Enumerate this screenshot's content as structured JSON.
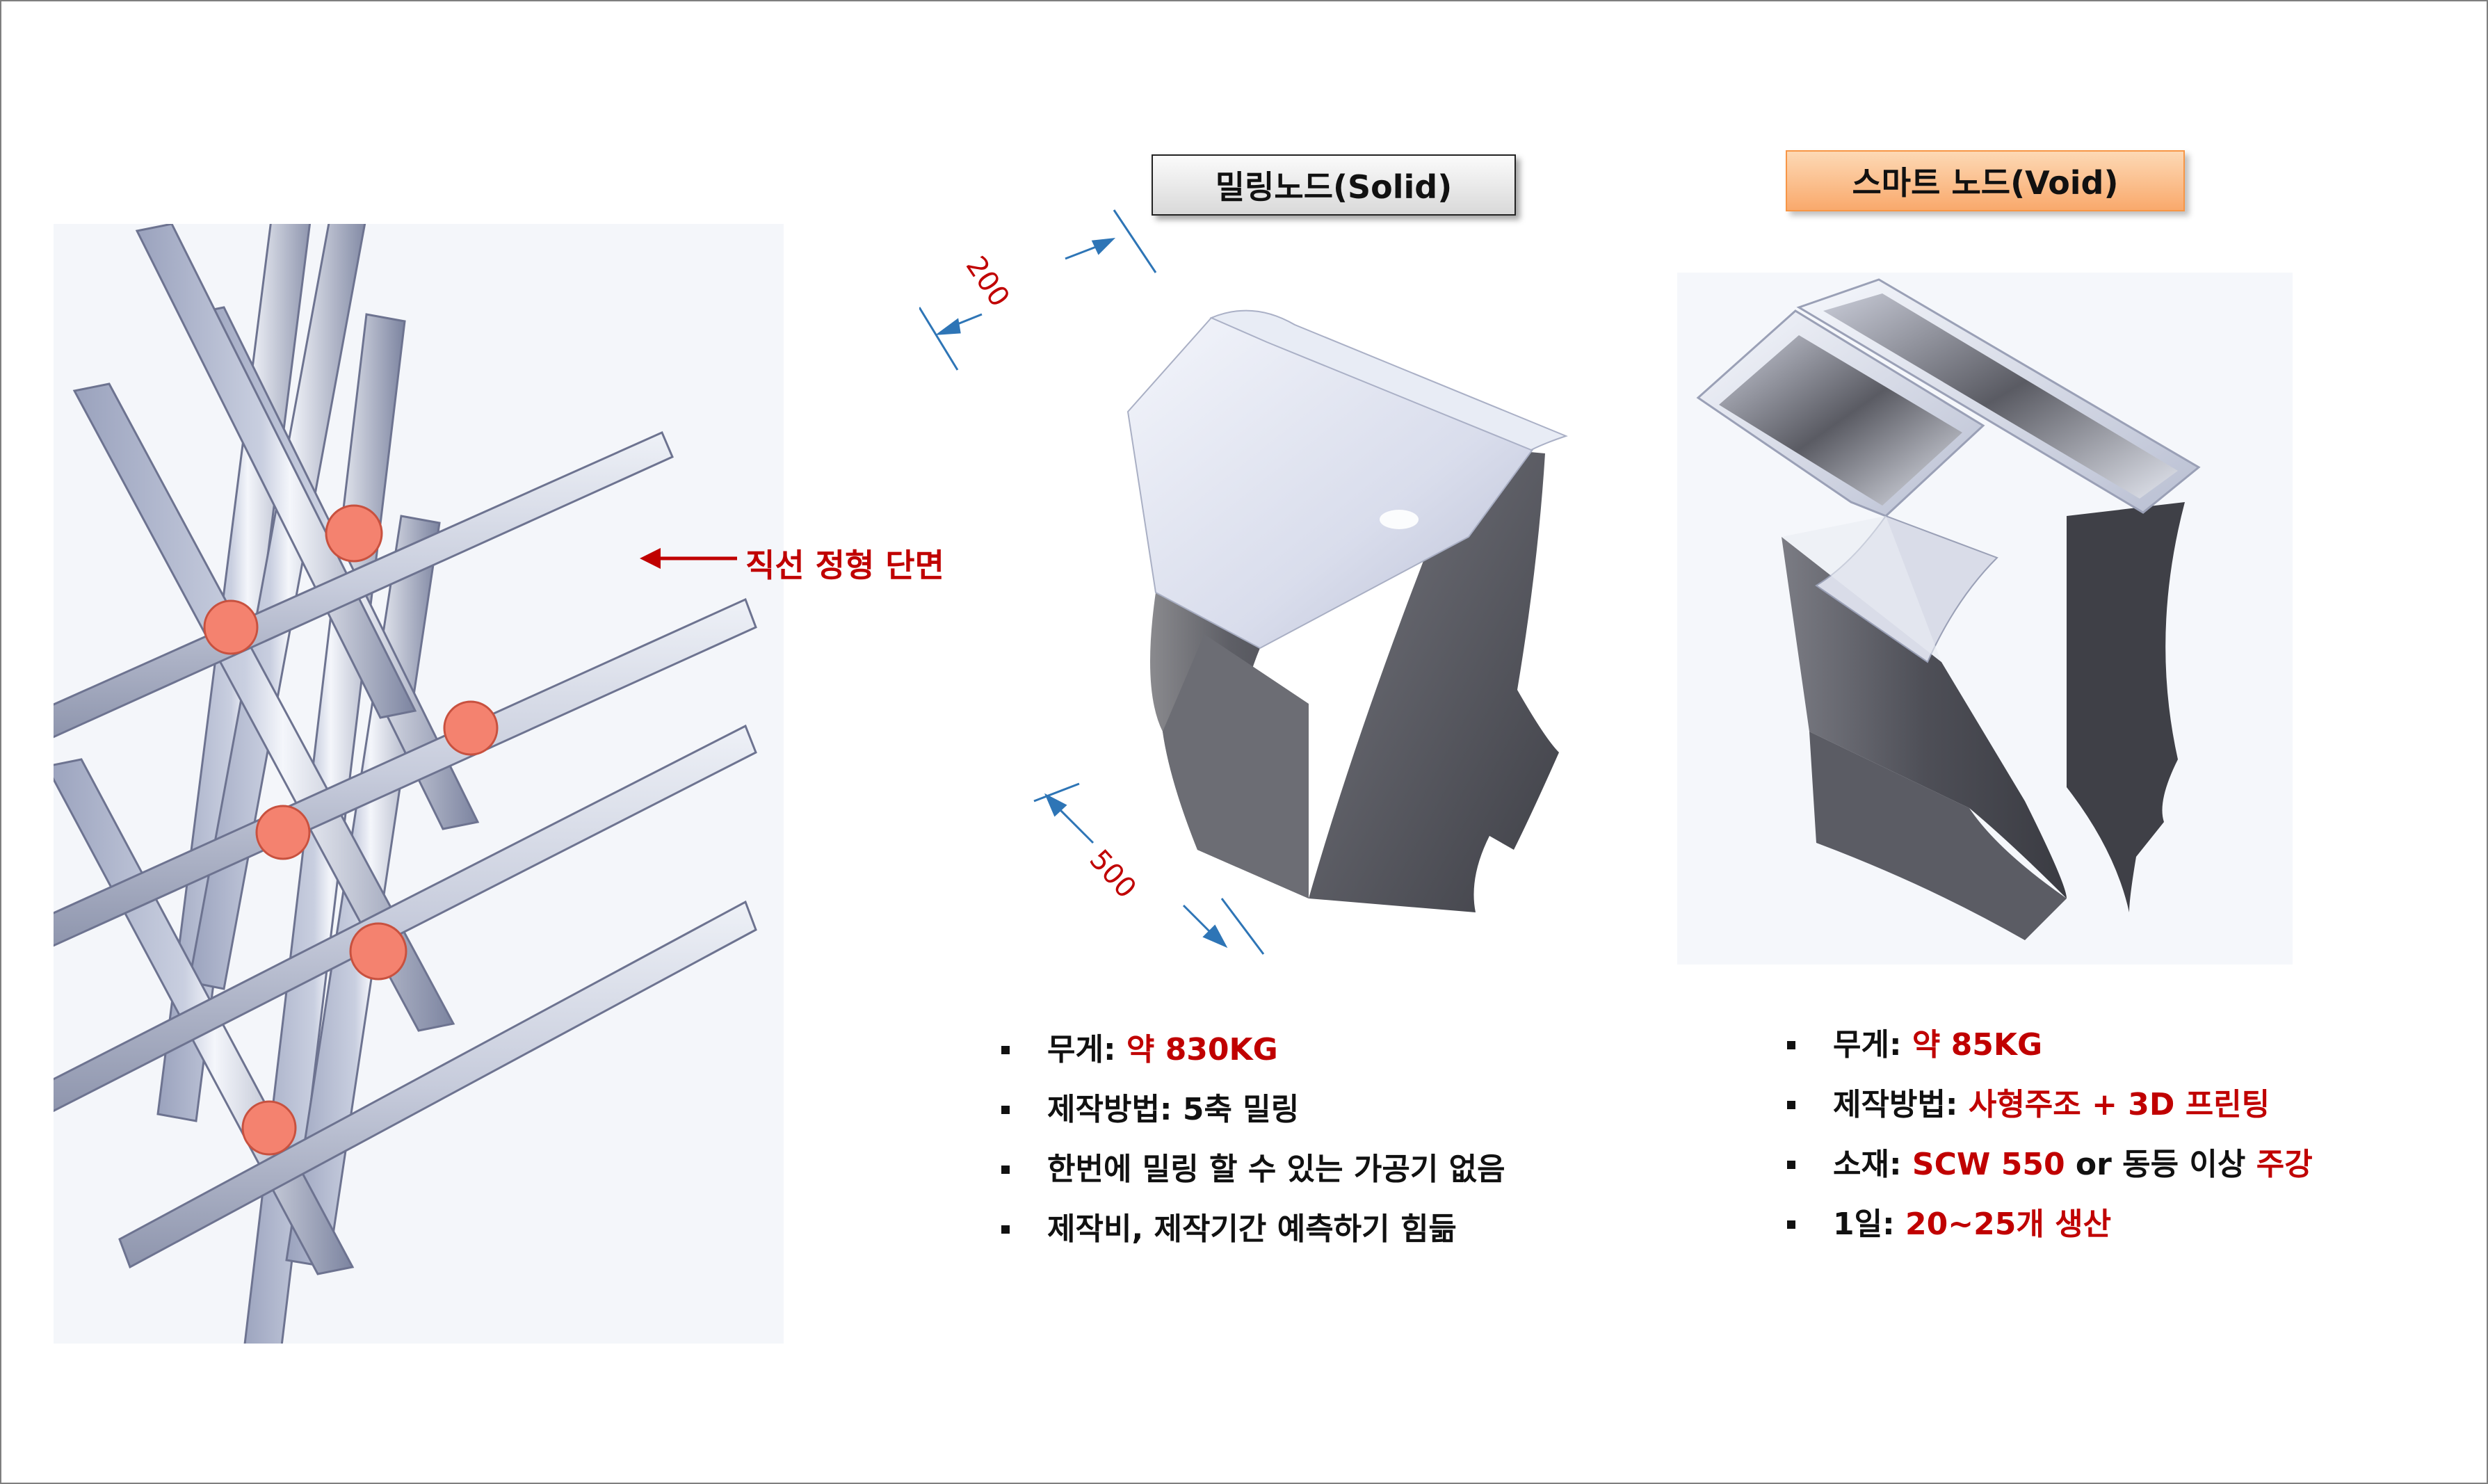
{
  "callout": {
    "label": "직선 정형 단면"
  },
  "milling": {
    "title": "밀링노드(Solid)",
    "dim_a": "200",
    "dim_b": "500",
    "bullets": [
      {
        "label": "무게:",
        "value": "약 830KG"
      },
      {
        "label": "제작방법:",
        "value": "5축 밀링"
      },
      {
        "label": "한번에 밀링 할 수 있는 가공기 없음"
      },
      {
        "label": "제작비, 제작기간 예측하기 힘듦"
      }
    ]
  },
  "smart": {
    "title": "스마트 노드(Void)",
    "bullets": [
      {
        "label": "무게:",
        "value": "약 85KG"
      },
      {
        "label": "제작방법:",
        "value": "사형주조 + 3D 프린팅"
      },
      {
        "label": "소재:",
        "value": "SCW 550",
        "middle": "or 동등 이상",
        "value2": "주강"
      },
      {
        "label": "1일:",
        "value": "20~25개 생산"
      }
    ]
  },
  "colors": {
    "highlight": "#c00000",
    "node": "#f4826f",
    "steel_dark": "#5f6068",
    "accent_orange": "#f79646",
    "dimension": "#2e75b6"
  },
  "icons": [
    "arrow-left-icon",
    "dimension-arrow-icon",
    "square-bullet-icon"
  ]
}
